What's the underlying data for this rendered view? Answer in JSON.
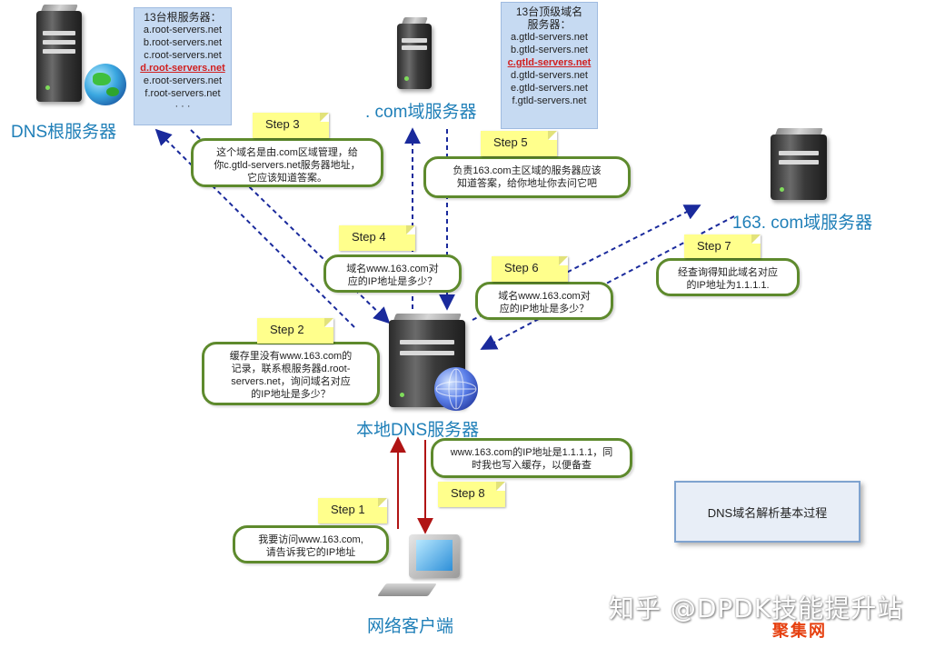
{
  "root_servers": {
    "title": "13台根服务器：",
    "items": [
      "a.root-servers.net",
      "b.root-servers.net",
      "c.root-servers.net",
      "d.root-servers.net",
      "e.root-servers.net",
      "f.root-servers.net"
    ],
    "highlighted": "d.root-servers.net",
    "ellipsis": "· · ·",
    "label": "DNS根服务器"
  },
  "tld_servers": {
    "title_line1": "13台顶级域名",
    "title_line2": "服务器：",
    "items": [
      "a.gtld-servers.net",
      "b.gtld-servers.net",
      "c.gtld-servers.net",
      "d.gtld-servers.net",
      "e.gtld-servers.net",
      "f.gtld-servers.net"
    ],
    "highlighted": "c.gtld-servers.net",
    "label": ". com域服务器"
  },
  "domain_server": {
    "label": "163. com域服务器"
  },
  "local_server": {
    "label": "本地DNS服务器"
  },
  "client": {
    "label": "网络客户端"
  },
  "steps": {
    "s1": {
      "tag": "Step 1",
      "text": [
        "我要访问www.163.com,",
        "请告诉我它的IP地址"
      ]
    },
    "s2": {
      "tag": "Step 2",
      "text": [
        "缓存里没有www.163.com的",
        "记录，联系根服务器d.root-",
        "servers.net，询问域名对应",
        "的IP地址是多少？"
      ]
    },
    "s3": {
      "tag": "Step 3",
      "text": [
        "这个域名是由.com区域管理，给",
        "你c.gtld-servers.net服务器地址，",
        "它应该知道答案。"
      ]
    },
    "s4": {
      "tag": "Step 4",
      "text": [
        "域名www.163.com对",
        "应的IP地址是多少？"
      ]
    },
    "s5": {
      "tag": "Step 5",
      "text": [
        "负责163.com主区域的服务器应该",
        "知道答案，给你地址你去问它吧"
      ]
    },
    "s6": {
      "tag": "Step 6",
      "text": [
        "域名www.163.com对",
        "应的IP地址是多少？"
      ]
    },
    "s7": {
      "tag": "Step 7",
      "text": [
        "经查询得知此域名对应",
        "的IP地址为1.1.1.1."
      ]
    },
    "s8": {
      "tag": "Step 8",
      "text": [
        "www.163.com的IP地址是1.1.1.1，同",
        "时我也写入缓存，以便备查"
      ]
    }
  },
  "caption": "DNS域名解析基本过程",
  "watermark": "知乎 @DPDK技能提升站",
  "watermark2": "聚集网",
  "colors": {
    "arrow_blue": "#1a2a9c",
    "arrow_red": "#b01414",
    "bubble_border": "#5e8a2d",
    "step_fill": "#ffff8c",
    "label_blue": "#1f7fb8",
    "info_fill": "#c6daf2"
  }
}
